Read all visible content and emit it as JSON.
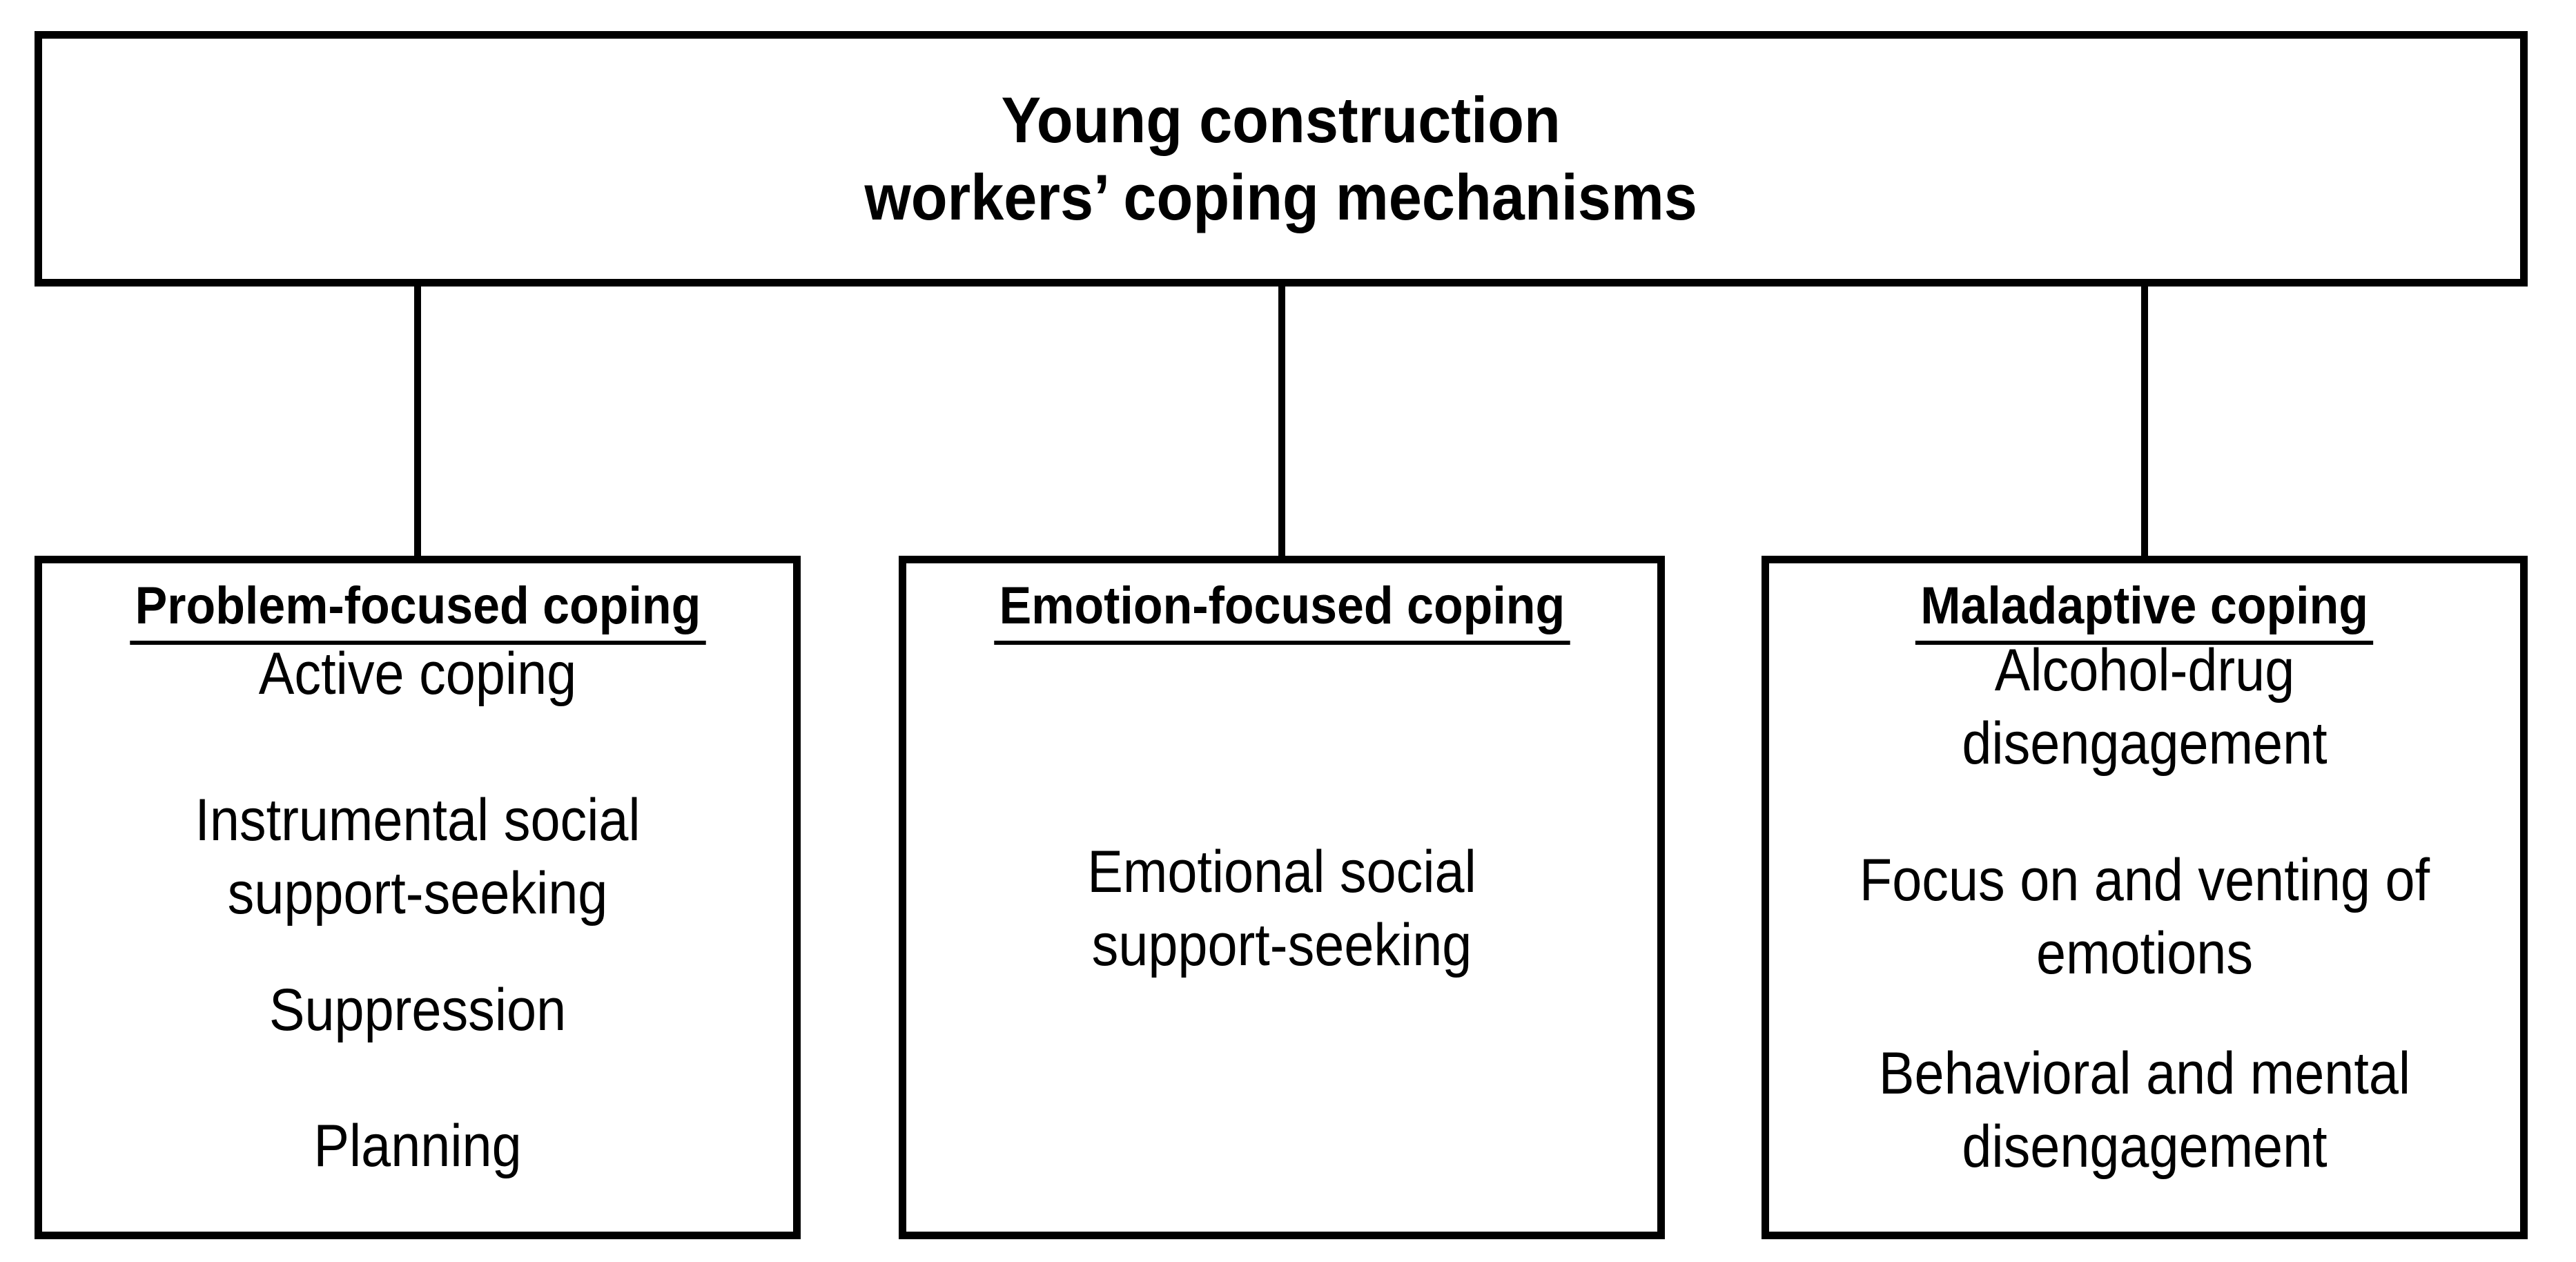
{
  "root": {
    "title": "Young construction\nworkers’ coping mechanisms"
  },
  "branches": [
    {
      "heading": "Problem-focused coping",
      "items": [
        "Active coping",
        "Instrumental social\nsupport-seeking",
        "Suppression",
        "Planning"
      ]
    },
    {
      "heading": "Emotion-focused coping",
      "items": [
        "Emotional social\nsupport-seeking"
      ]
    },
    {
      "heading": "Maladaptive coping",
      "items": [
        "Alcohol-drug\ndisengagement",
        "Focus on and venting of\nemotions",
        "Behavioral and mental\ndisengagement"
      ]
    }
  ],
  "colors": {
    "background": "#ffffff",
    "border": "#000000",
    "text": "#000000"
  }
}
